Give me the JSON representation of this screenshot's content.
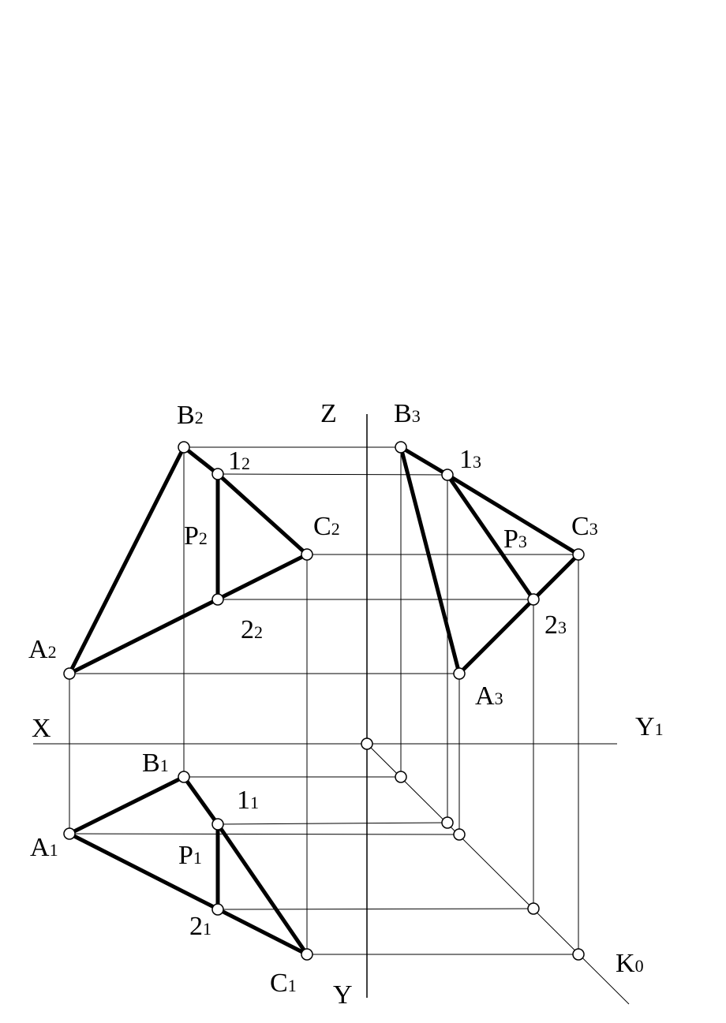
{
  "axes": {
    "z": "Z",
    "x": "X",
    "y1": {
      "main": "Y",
      "sub": "1"
    },
    "y": "Y",
    "k0": {
      "main": "K",
      "sub": "0"
    }
  },
  "labels": {
    "B2": {
      "main": "B",
      "sub": "2"
    },
    "12": {
      "main": "1",
      "sub": "2"
    },
    "P2": {
      "main": "P",
      "sub": "2"
    },
    "C2": {
      "main": "C",
      "sub": "2"
    },
    "22": {
      "main": "2",
      "sub": "2"
    },
    "A2": {
      "main": "A",
      "sub": "2"
    },
    "B3": {
      "main": "B",
      "sub": "3"
    },
    "13": {
      "main": "1",
      "sub": "3"
    },
    "P3": {
      "main": "P",
      "sub": "3"
    },
    "C3": {
      "main": "C",
      "sub": "3"
    },
    "23": {
      "main": "2",
      "sub": "3"
    },
    "A3": {
      "main": "A",
      "sub": "3"
    },
    "B1": {
      "main": "B",
      "sub": "1"
    },
    "11": {
      "main": "1",
      "sub": "1"
    },
    "A1": {
      "main": "A",
      "sub": "1"
    },
    "P1": {
      "main": "P",
      "sub": "1"
    },
    "21": {
      "main": "2",
      "sub": "1"
    },
    "C1": {
      "main": "C",
      "sub": "1"
    }
  }
}
